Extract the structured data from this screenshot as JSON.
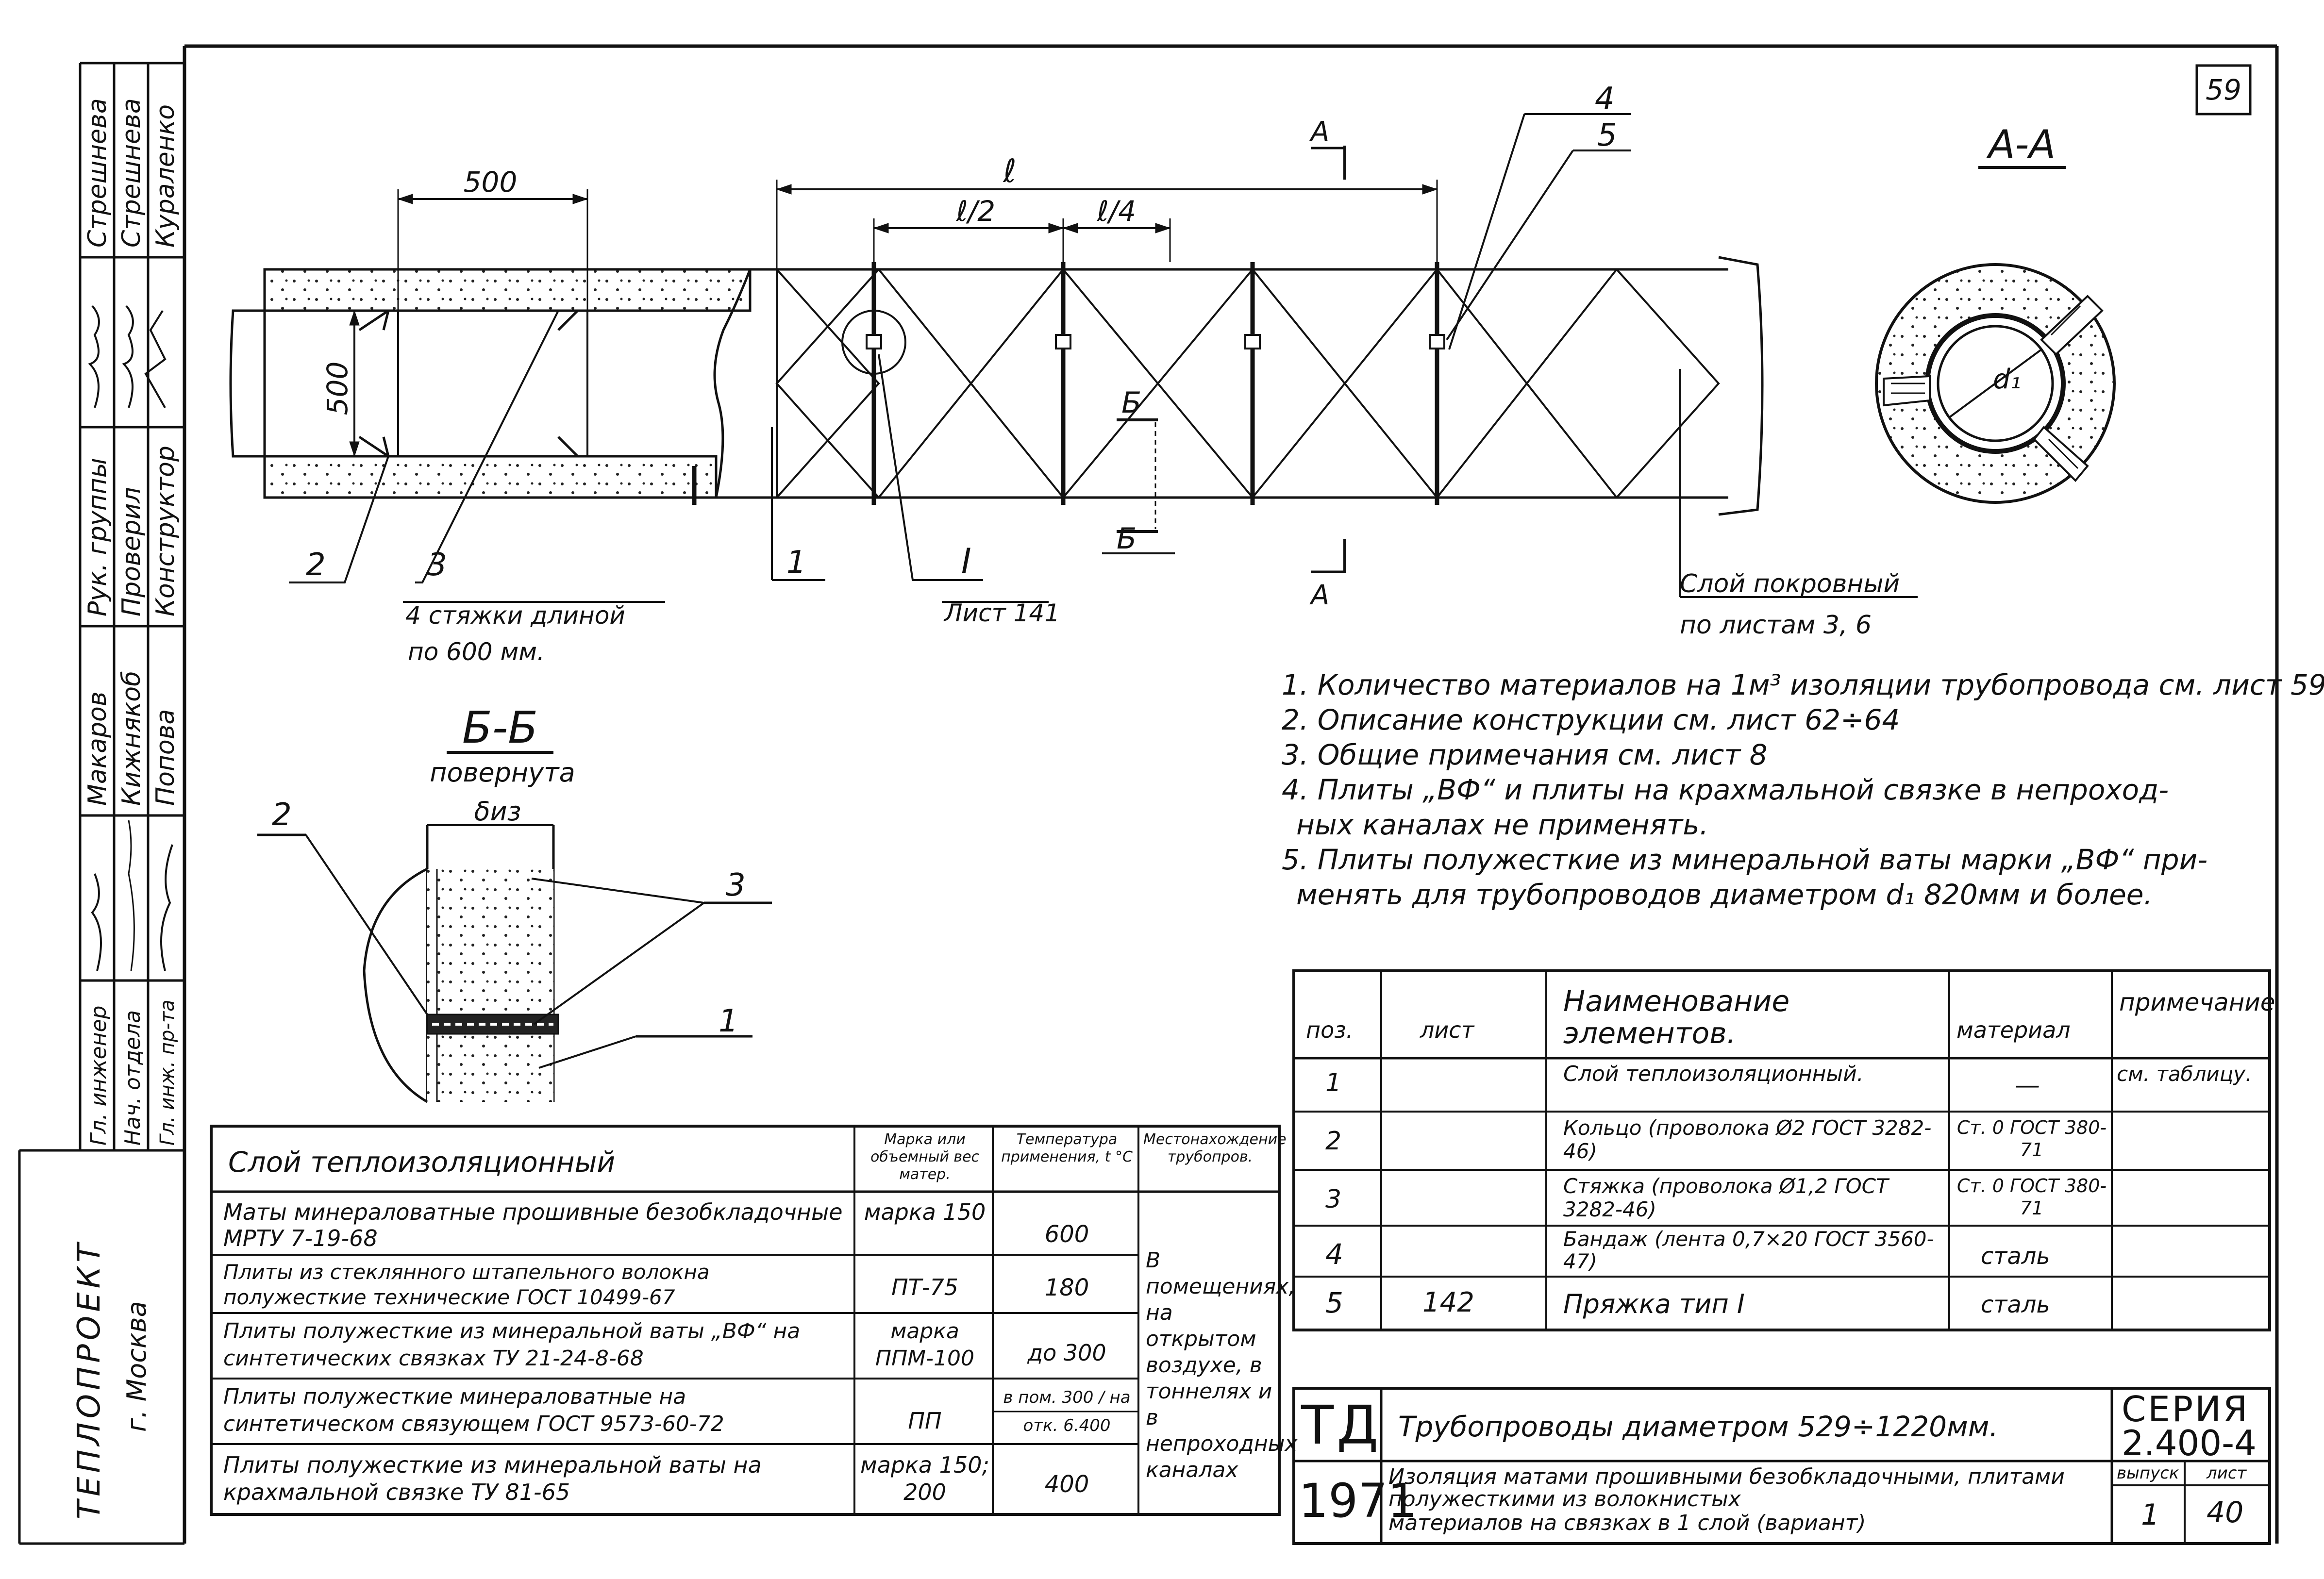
{
  "sheet_number": "59",
  "side_stamp": {
    "roles": [
      "Стрешнева",
      "Стрешнева",
      "Кураленко",
      "Рук. группы",
      "Проверил",
      "Конструктор",
      "Макаров",
      "Кижнякоб",
      "Попова",
      "Гл. инженер",
      "Нач. отдела",
      "Гл. инж. пр-та"
    ],
    "org": "ТЕПЛОПРОЕКТ",
    "city": "г. Москва"
  },
  "main_view": {
    "dim_500_horizontal": "500",
    "dim_500_vertical": "500",
    "dim_l": "ℓ",
    "dim_l2": "ℓ/2",
    "dim_l4": "ℓ/4",
    "callout_2": "2",
    "callout_3": "3",
    "callout_3_note_line1": "4 стяжки длиной",
    "callout_3_note_line2": "по 600 мм.",
    "callout_1": "1",
    "callout_I": "I",
    "callout_I_note": "Лист 141",
    "section_b": "Б",
    "section_a": "А",
    "callout_4": "4",
    "callout_5": "5",
    "cover_note_line1": "Слой покровный",
    "cover_note_line2": "по листам 3, 6"
  },
  "section_aa": {
    "title": "А-А",
    "dia_label": "d₁"
  },
  "section_bb": {
    "title": "Б-Б",
    "subtitle": "повернута",
    "thickness_label": "δиз",
    "callout_2": "2",
    "callout_3": "3",
    "callout_1": "1"
  },
  "notes": [
    "1. Количество материалов на 1м³ изоляции трубопровода см. лист 59.",
    "2. Описание конструкции см. лист 62÷64",
    "3. Общие примечания см. лист 8",
    "4. Плиты „ВФ“ и плиты на крахмальной связке в непроход-",
    "ных каналах не применять.",
    "5. Плиты полужесткие из минеральной ваты марки „ВФ“ при-",
    "менять для трубопроводов диаметром d₁ 820мм и более."
  ],
  "spec_table": {
    "headers": [
      "поз.",
      "лист",
      "Наименование элементов.",
      "материал",
      "примечание"
    ],
    "rows": [
      {
        "pos": "1",
        "sheet": "",
        "name": "Слой теплоизоляционный.",
        "material": "—",
        "note": "см. таблицу."
      },
      {
        "pos": "2",
        "sheet": "",
        "name": "Кольцо (проволока Ø2 ГОСТ 3282-46)",
        "material": "Ст. 0 ГОСТ 380-71",
        "note": ""
      },
      {
        "pos": "3",
        "sheet": "",
        "name": "Стяжка (проволока Ø1,2 ГОСТ 3282-46)",
        "material": "Ст. 0 ГОСТ 380-71",
        "note": ""
      },
      {
        "pos": "4",
        "sheet": "",
        "name": "Бандаж (лента 0,7×20 ГОСТ 3560-47)",
        "material": "сталь",
        "note": ""
      },
      {
        "pos": "5",
        "sheet": "142",
        "name": "Пряжка тип I",
        "material": "сталь",
        "note": ""
      }
    ]
  },
  "insulation_table": {
    "headers": [
      "Слой теплоизоляционный",
      "Марка или объемный вес матер.",
      "Температура применения, t °C",
      "Местонахождение трубопров."
    ],
    "location_note": "В помещениях, на открытом воздухе, в тоннелях и в непроходных каналах",
    "rows": [
      {
        "name": "Маты минераловатные прошивные безобкладочные МРТУ 7-19-68",
        "grade": "марка 150",
        "temp": "600"
      },
      {
        "name": "Плиты из стеклянного штапельного волокна полужесткие технические ГОСТ 10499-67",
        "grade": "ПТ-75",
        "temp": "180"
      },
      {
        "name": "Плиты полужесткие из минеральной ваты „ВФ“ на синтетических связках ТУ 21-24-8-68",
        "grade": "марка ППМ-100",
        "temp": "до 300"
      },
      {
        "name": "Плиты полужесткие минераловатные на синтетическом связующем ГОСТ 9573-60-72",
        "grade": "ПП",
        "temp": "в пом. 300 / на отк. 6.400"
      },
      {
        "name": "Плиты полужесткие из минеральной ваты на крахмальной связке ТУ 81-65",
        "grade": "марка 150; 200",
        "temp": "400"
      }
    ]
  },
  "title_block": {
    "code": "ТД",
    "year": "1971",
    "title_line1": "Трубопроводы диаметром 529÷1220мм.",
    "title_line2": "Изоляция матами прошивными безобкладочными, плитами полужесткими из волокнистых",
    "title_line3": "материалов на связках в 1 слой (вариант)",
    "series_label": "СЕРИЯ",
    "series_value": "2.400-4",
    "issue_label": "выпуск",
    "issue_value": "1",
    "sheet_label": "лист",
    "sheet_value": "40"
  }
}
